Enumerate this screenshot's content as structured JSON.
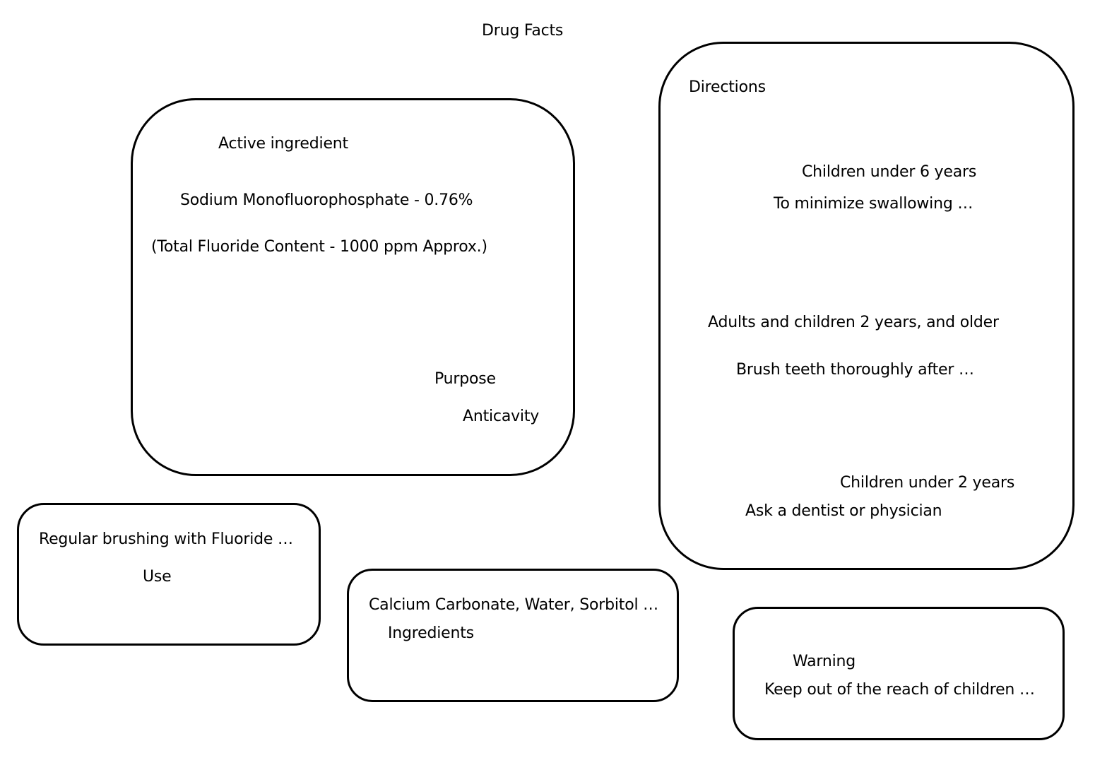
{
  "title": "Drug Facts",
  "active_ingredient": {
    "heading": "Active ingredient",
    "name": "Sodium Monofluorophosphate - 0.76%",
    "note": "(Total Fluoride Content - 1000 ppm Approx.)",
    "purpose_heading": "Purpose",
    "purpose_value": "Anticavity"
  },
  "directions": {
    "heading": "Directions",
    "under_6_heading": "Children under 6 years",
    "under_6_text": "To minimize swallowing …",
    "adults_heading": "Adults and children 2 years, and older",
    "adults_text": "Brush teeth thoroughly after …",
    "under_2_heading": "Children under 2 years",
    "under_2_text": "Ask a dentist or physician"
  },
  "use": {
    "text": "Regular brushing with Fluoride …",
    "heading": "Use"
  },
  "ingredients": {
    "text": "Calcium Carbonate, Water, Sorbitol …",
    "heading": "Ingredients"
  },
  "warning": {
    "heading": "Warning",
    "text": "Keep out of the reach of children …"
  }
}
